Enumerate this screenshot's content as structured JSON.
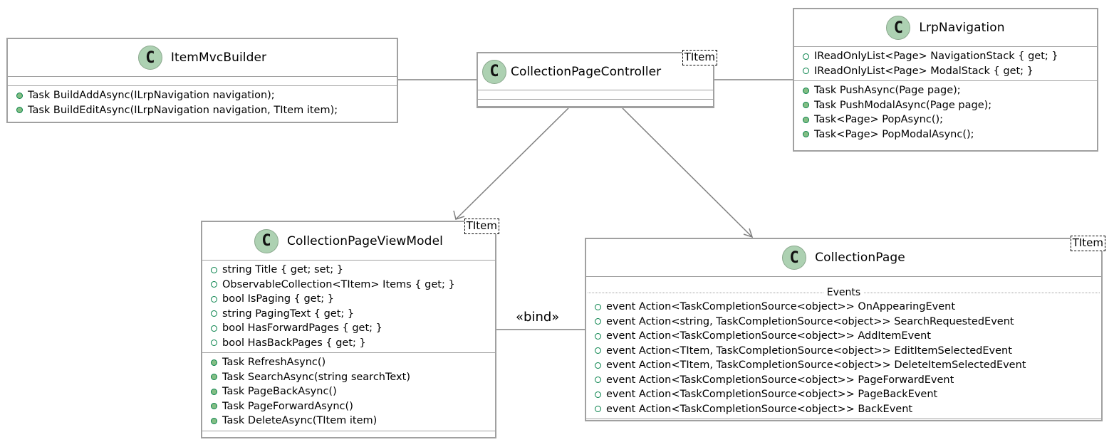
{
  "classes": {
    "itemMvcBuilder": {
      "icon": "C",
      "name": "ItemMvcBuilder",
      "fields": [],
      "methods": [
        "Task BuildAddAsync(ILrpNavigation navigation);",
        "Task BuildEditAsync(ILrpNavigation navigation, TItem item);"
      ]
    },
    "collectionPageController": {
      "icon": "C",
      "name": "CollectionPageController",
      "type_param": "TItem",
      "fields": [],
      "methods": []
    },
    "lrpNavigation": {
      "icon": "C",
      "name": "LrpNavigation",
      "fields": [
        "IReadOnlyList<Page> NavigationStack { get; }",
        "IReadOnlyList<Page> ModalStack { get; }"
      ],
      "methods": [
        "Task PushAsync(Page page);",
        "Task PushModalAsync(Page page);",
        "Task<Page> PopAsync();",
        "Task<Page> PopModalAsync();"
      ]
    },
    "collectionPageViewModel": {
      "icon": "C",
      "name": "CollectionPageViewModel",
      "type_param": "TItem",
      "fields": [
        "string Title { get; set; }",
        "ObservableCollection<TItem> Items { get; }",
        "bool IsPaging { get; }",
        "string PagingText { get; }",
        "bool HasForwardPages { get; }",
        "bool HasBackPages { get; }"
      ],
      "methods": [
        "Task RefreshAsync()",
        "Task SearchAsync(string searchText)",
        "Task PageBackAsync()",
        "Task PageForwardAsync()",
        "Task DeleteAsync(TItem item)"
      ]
    },
    "collectionPage": {
      "icon": "C",
      "name": "CollectionPage",
      "type_param": "TItem",
      "section_label": "Events",
      "fields": [
        "event Action<TaskCompletionSource<object>> OnAppearingEvent",
        "event Action<string, TaskCompletionSource<object>> SearchRequestedEvent",
        "event Action<TaskCompletionSource<object>> AddItemEvent",
        "event Action<TItem, TaskCompletionSource<object>> EditItemSelectedEvent",
        "event Action<TItem, TaskCompletionSource<object>> DeleteItemSelectedEvent",
        "event Action<TaskCompletionSource<object>> PageForwardEvent",
        "event Action<TaskCompletionSource<object>> PageBackEvent",
        "event Action<TaskCompletionSource<object>> BackEvent"
      ],
      "methods": []
    }
  },
  "relations": {
    "bind_label": "«bind»"
  },
  "colors": {
    "border": "#a0a0a0",
    "class_icon": "#add1b2",
    "visibility_public": "#038048",
    "method_fill": "#84be84",
    "edge": "#808080"
  }
}
